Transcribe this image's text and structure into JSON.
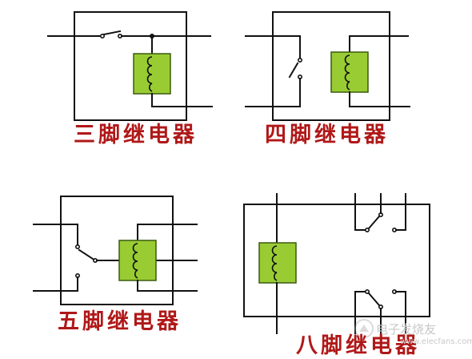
{
  "relays": [
    {
      "caption": "三脚继电器"
    },
    {
      "caption": "四脚继电器"
    },
    {
      "caption": "五脚继电器"
    },
    {
      "caption": "八脚继电器"
    }
  ],
  "colors": {
    "caption": "#b01818",
    "coil_fill": "#99cc33",
    "wire": "#111111"
  },
  "icons": [
    "relay-coil-icon",
    "switch-contact-icon",
    "watermark-logo-icon"
  ],
  "watermark": {
    "logo_text": "电子发烧友",
    "site": "www.elecfans.com"
  }
}
